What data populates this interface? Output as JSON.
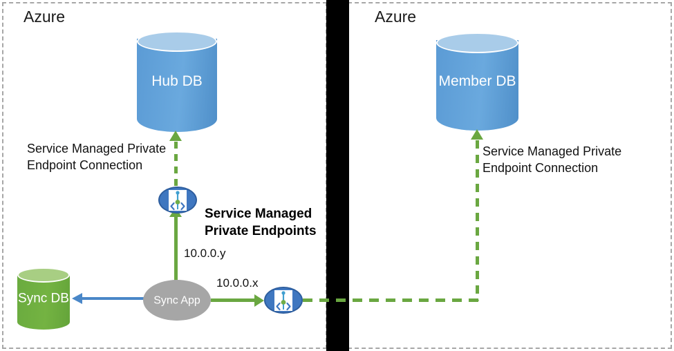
{
  "panels": {
    "left": {
      "title": "Azure"
    },
    "right": {
      "title": "Azure"
    }
  },
  "nodes": {
    "hub_db": {
      "label": "Hub DB",
      "icon": "database-cylinder-icon",
      "color": "#5b9bd5"
    },
    "member_db": {
      "label": "Member\nDB",
      "icon": "database-cylinder-icon",
      "color": "#5b9bd5"
    },
    "sync_db": {
      "label": "Sync\nDB",
      "icon": "database-cylinder-icon",
      "color": "#70ad47"
    },
    "sync_app": {
      "label": "Sync\nApp",
      "icon": "ellipse-node-icon",
      "color": "#a6a6a6"
    },
    "private_endpoint_upper": {
      "icon": "private-endpoint-icon",
      "color": "#3f77c0"
    },
    "private_endpoint_lower": {
      "icon": "private-endpoint-icon",
      "color": "#3f77c0"
    }
  },
  "annotations": {
    "left_connection": "Service Managed Private\nEndpoint Connection",
    "right_connection": "Service Managed Private\nEndpoint Connection",
    "endpoints_title": "Service Managed\nPrivate Endpoints",
    "ip_y": "10.0.0.y",
    "ip_x": "10.0.0.x"
  },
  "colors": {
    "green_connector": "#6aa741",
    "blue_connector": "#4a87c8",
    "divider": "#000000",
    "panel_border": "#a6a6a6"
  }
}
